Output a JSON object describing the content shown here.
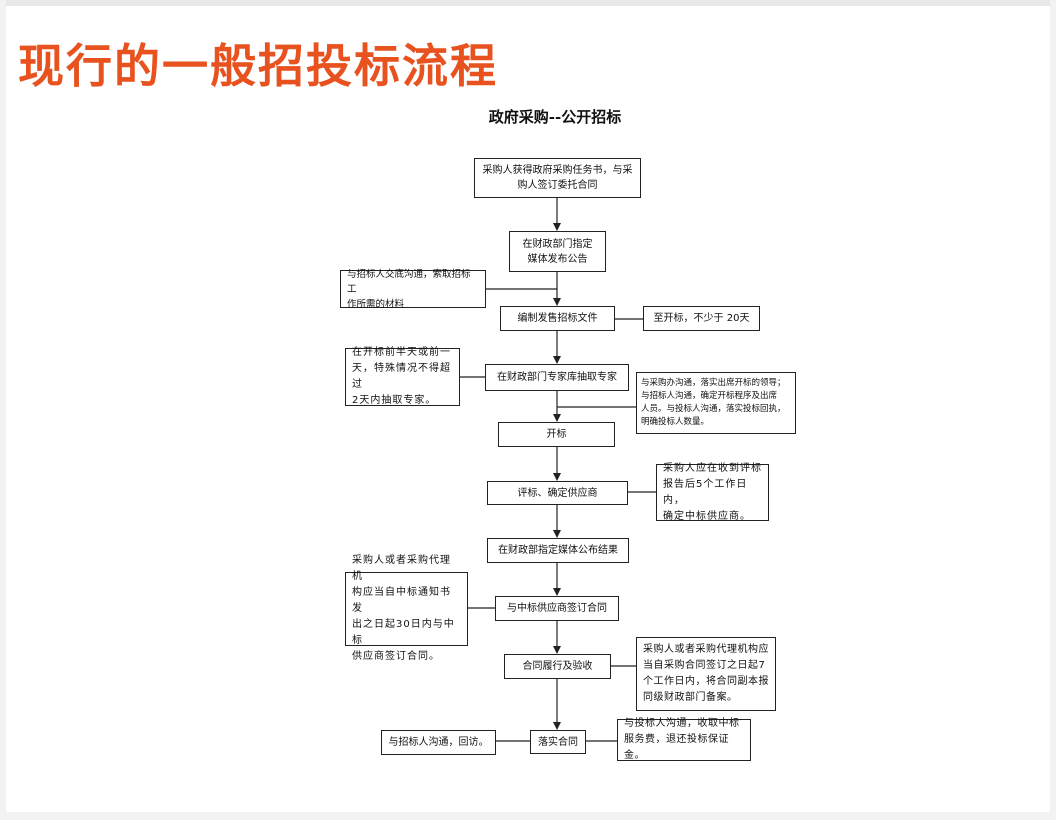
{
  "page": {
    "title": "现行的一般招投标流程",
    "subtitle": "政府采购--公开招标"
  },
  "flow": {
    "main_steps": [
      "采购人获得政府采购任务书，与采\n购人签订委托合同",
      "在财政部门指定\n媒体发布公告",
      "编制发售招标文件",
      "在财政部门专家库抽取专家",
      "开标",
      "评标、确定供应商",
      "在财政部指定媒体公布结果",
      "与中标供应商签订合同",
      "合同履行及验收",
      "落实合同"
    ],
    "side_notes": {
      "docs_material": "与招标人交底沟通，索取招标工\n作所需的材料",
      "bid_period": "至开标，不少于 20天",
      "expert_timing": "在开标前半天或前一\n天，特殊情况不得超过\n2天内抽取专家。",
      "opening_comm": "与采购办沟通，落实出席开标的领导；\n与招标人沟通，确定开标程序及出席\n人员。与投标人沟通，落实投标回执，\n明确投标人数量。",
      "award_deadline": "采购人应在收到评标\n报告后5个工作日内，\n确定中标供应商。",
      "contract_deadline": "采购人或者采购代理机\n构应当自中标通知书发\n出之日起30日内与中标\n供应商签订合同。",
      "filing": "采购人或者采购代理机构应\n当自采购合同签订之日起7\n个工作日内，将合同副本报\n同级财政部门备案。",
      "visit": "与招标人沟通，回访。",
      "fee": "与投标人沟通，收取中标\n服务费，退还投标保证金。"
    }
  },
  "colors": {
    "title": "#e8521f",
    "line": "#222222"
  }
}
